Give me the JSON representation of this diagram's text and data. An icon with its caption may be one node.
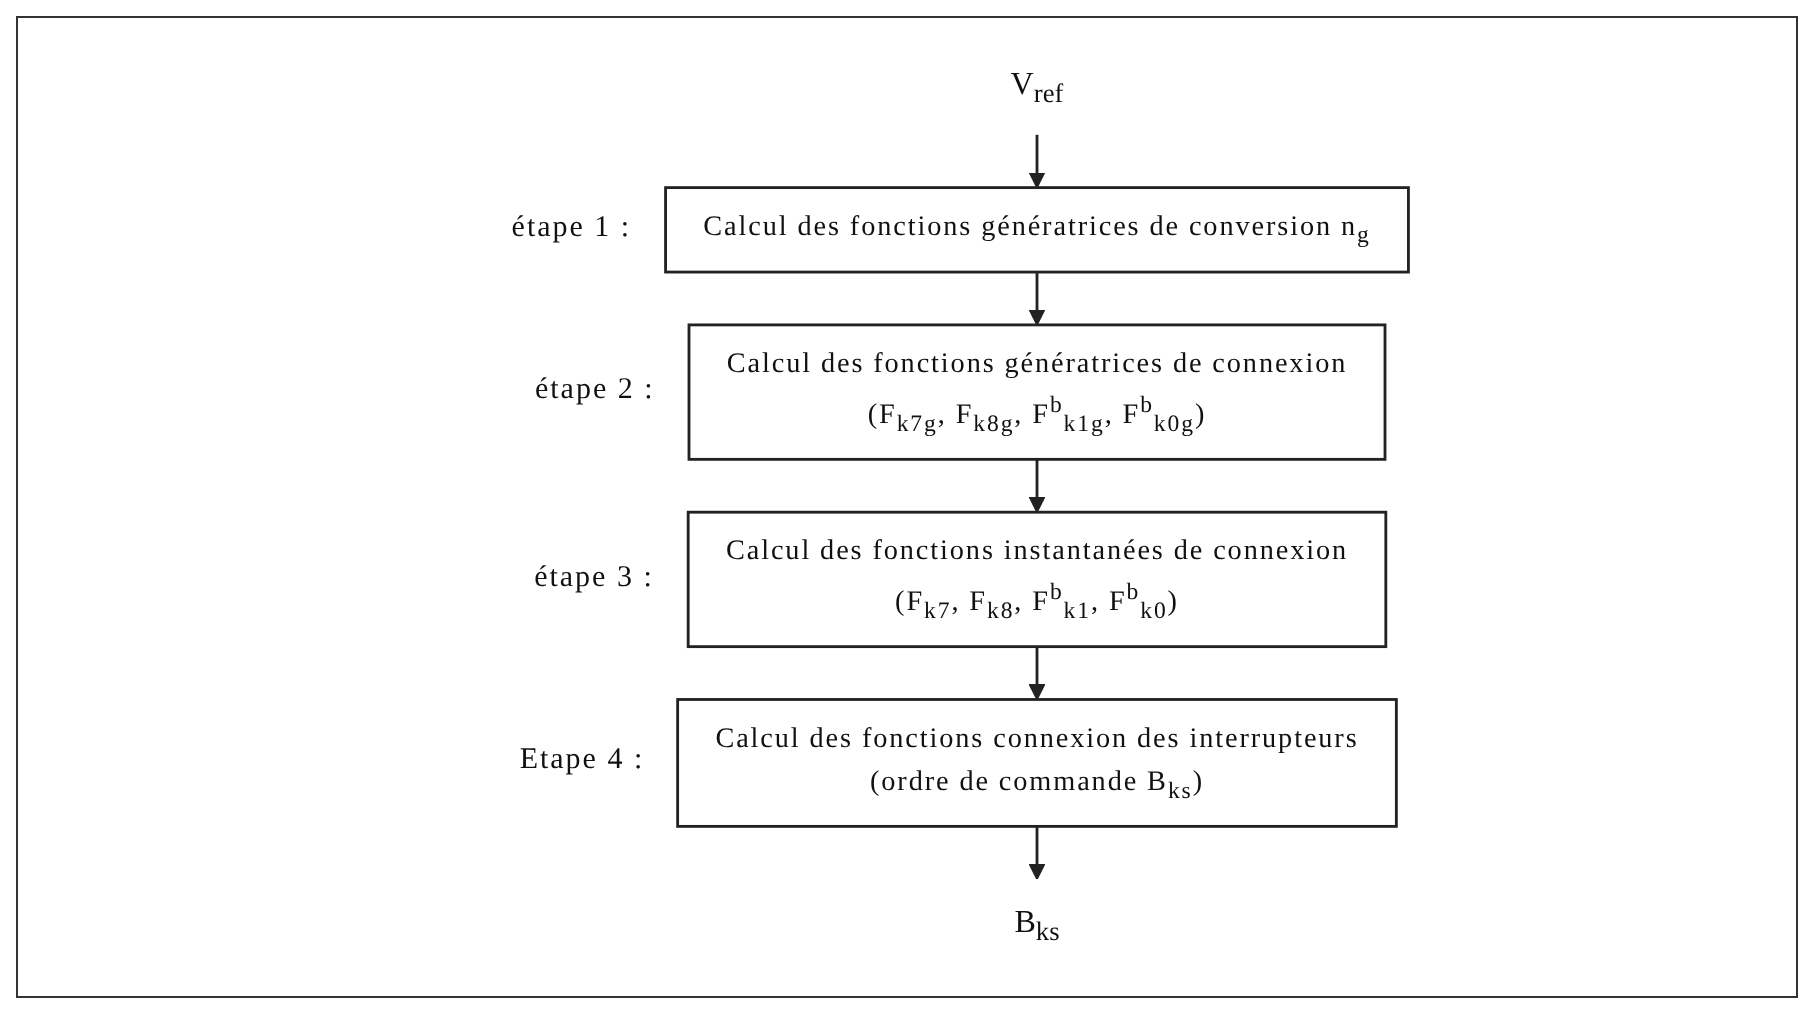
{
  "diagram": {
    "nodes": [
      {
        "text": [
          "V$_{ref}$"
        ]
      },
      {
        "text": [
          "Calcul des fonctions génératrices de conversion n$_{g}$"
        ],
        "beside": [
          "étape 1 :"
        ]
      },
      {
        "text": [
          "Calcul des fonctions génératrices de connexion",
          "(F$_{k7g}$, F$_{k8g}$, F$^{b}$$_{k1g}$, F$^{b}$$_{k0g}$)"
        ],
        "beside": [
          "étape 2 :"
        ]
      },
      {
        "text": [
          "Calcul des fonctions instantanées de connexion",
          "(F$_{k7}$, F$_{k8}$, F$^{b}$$_{k1}$, F$^{b}$$_{k0}$)"
        ],
        "beside": [
          "étape 3 :"
        ]
      },
      {
        "text": [
          "Calcul des fonctions connexion des interrupteurs",
          "(ordre de commande B$_{ks}$)"
        ],
        "beside": [
          "Etape 4 :"
        ]
      },
      {
        "text": [
          "B$_{ks}$"
        ]
      }
    ],
    "edges": [
      {
        "from": 0,
        "to": 1,
        "arrow": "to"
      },
      {
        "from": 1,
        "to": 2,
        "arrow": "to"
      },
      {
        "from": 2,
        "to": 3,
        "arrow": "to"
      },
      {
        "from": 3,
        "to": 4,
        "arrow": "to"
      },
      {
        "from": 4,
        "to": 5,
        "arrow": "to"
      }
    ]
  }
}
